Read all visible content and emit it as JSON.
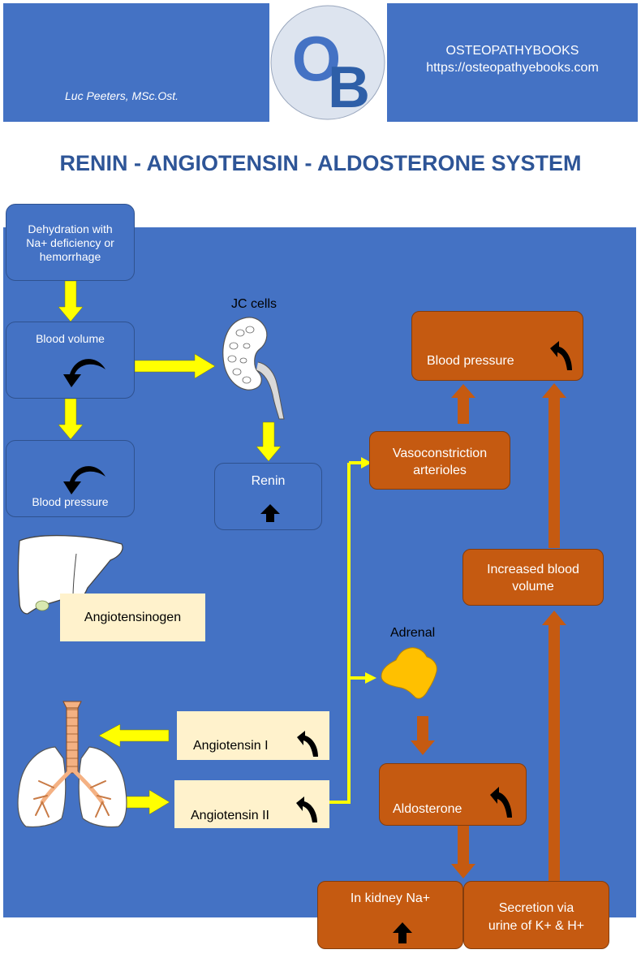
{
  "header": {
    "author": "Luc Peeters, MSc.Ost.",
    "brand_name": "OSTEOPATHYBOOKS",
    "brand_url": "https://osteopathyebooks.com",
    "logo_letters": [
      "O",
      "B"
    ]
  },
  "title": "RENIN - ANGIOTENSIN - ALDOSTERONE SYSTEM",
  "nodes": {
    "dehydration": "Dehydration with Na+ deficiency or hemorrhage",
    "blood_volume": "Blood volume",
    "blood_pressure_low": "Blood pressure",
    "jc_cells": "JC cells",
    "renin": "Renin",
    "angiotensinogen": "Angiotensinogen",
    "angiotensin_1": "Angiotensin I",
    "angiotensin_2": "Angiotensin II",
    "adrenal": "Adrenal",
    "aldosterone": "Aldosterone",
    "vasoconstriction_1": "Vasoconstriction",
    "vasoconstriction_2": "arterioles",
    "blood_pressure_high": "Blood pressure",
    "increased_volume_1": "Increased blood",
    "increased_volume_2": "volume",
    "kidney_na": "In kidney Na+",
    "secretion_1": "Secretion via",
    "secretion_2": "urine of  K+ & H+"
  },
  "colors": {
    "panel_blue": "#4472c4",
    "title_blue": "#2e5597",
    "arrow_yellow": "#ffff00",
    "arrow_orange": "#c55a11",
    "box_cream": "#fff2cc",
    "adrenal_gold": "#ffc000"
  },
  "icons": [
    "kidney-icon",
    "liver-icon",
    "lungs-icon",
    "adrenal-gland-icon",
    "curved-arrow-down-icon",
    "curved-arrow-up-icon",
    "arrow-up-icon"
  ]
}
